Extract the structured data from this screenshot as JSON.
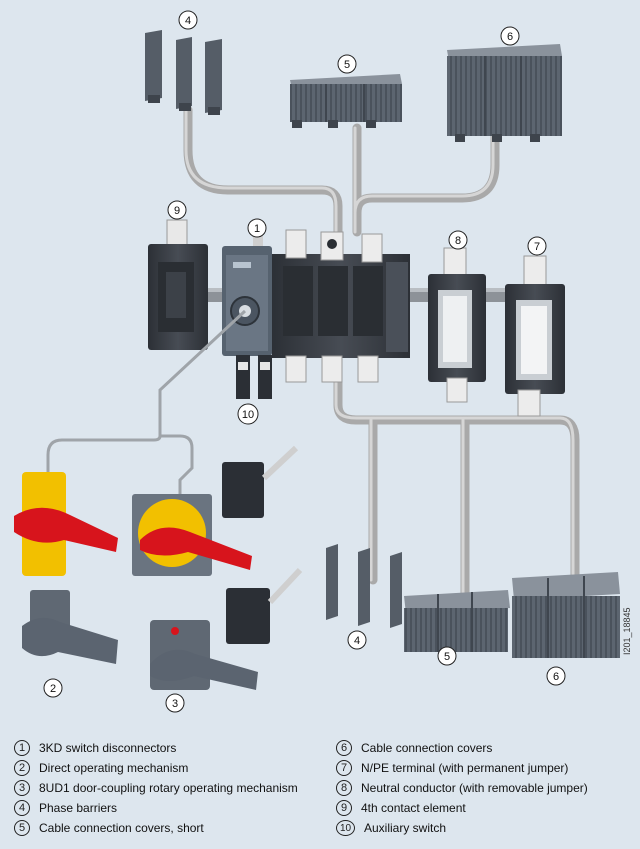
{
  "colors": {
    "background": "#dde6ee",
    "rail": "#b7b7b7",
    "housing_dark": "#3b3f46",
    "housing_mid": "#5b6470",
    "terminal": "#e9e9e9",
    "handle_red": "#d7141c",
    "plate_yellow": "#f2c000",
    "ribbed_grey": "#5f6873"
  },
  "icons": {
    "switch_disconnector": "switch-disconnector-icon",
    "operating_mechanism": "rotary-handle-icon"
  },
  "callouts": [
    "1",
    "2",
    "3",
    "4",
    "5",
    "6",
    "7",
    "8",
    "9",
    "10",
    "4",
    "5",
    "6"
  ],
  "reference_code": "I201_18845",
  "legend": {
    "left": [
      {
        "num": "1",
        "text": "3KD switch disconnectors"
      },
      {
        "num": "2",
        "text": "Direct operating mechanism"
      },
      {
        "num": "3",
        "text": "8UD1 door-coupling rotary operating mechanism"
      },
      {
        "num": "4",
        "text": "Phase barriers"
      },
      {
        "num": "5",
        "text": "Cable connection covers, short"
      }
    ],
    "right": [
      {
        "num": "6",
        "text": "Cable connection covers"
      },
      {
        "num": "7",
        "text": "N/PE terminal (with permanent jumper)"
      },
      {
        "num": "8",
        "text": "Neutral conductor (with removable jumper)"
      },
      {
        "num": "9",
        "text": "4th contact element"
      },
      {
        "num": "10",
        "text": "Auxiliary switch"
      }
    ]
  }
}
